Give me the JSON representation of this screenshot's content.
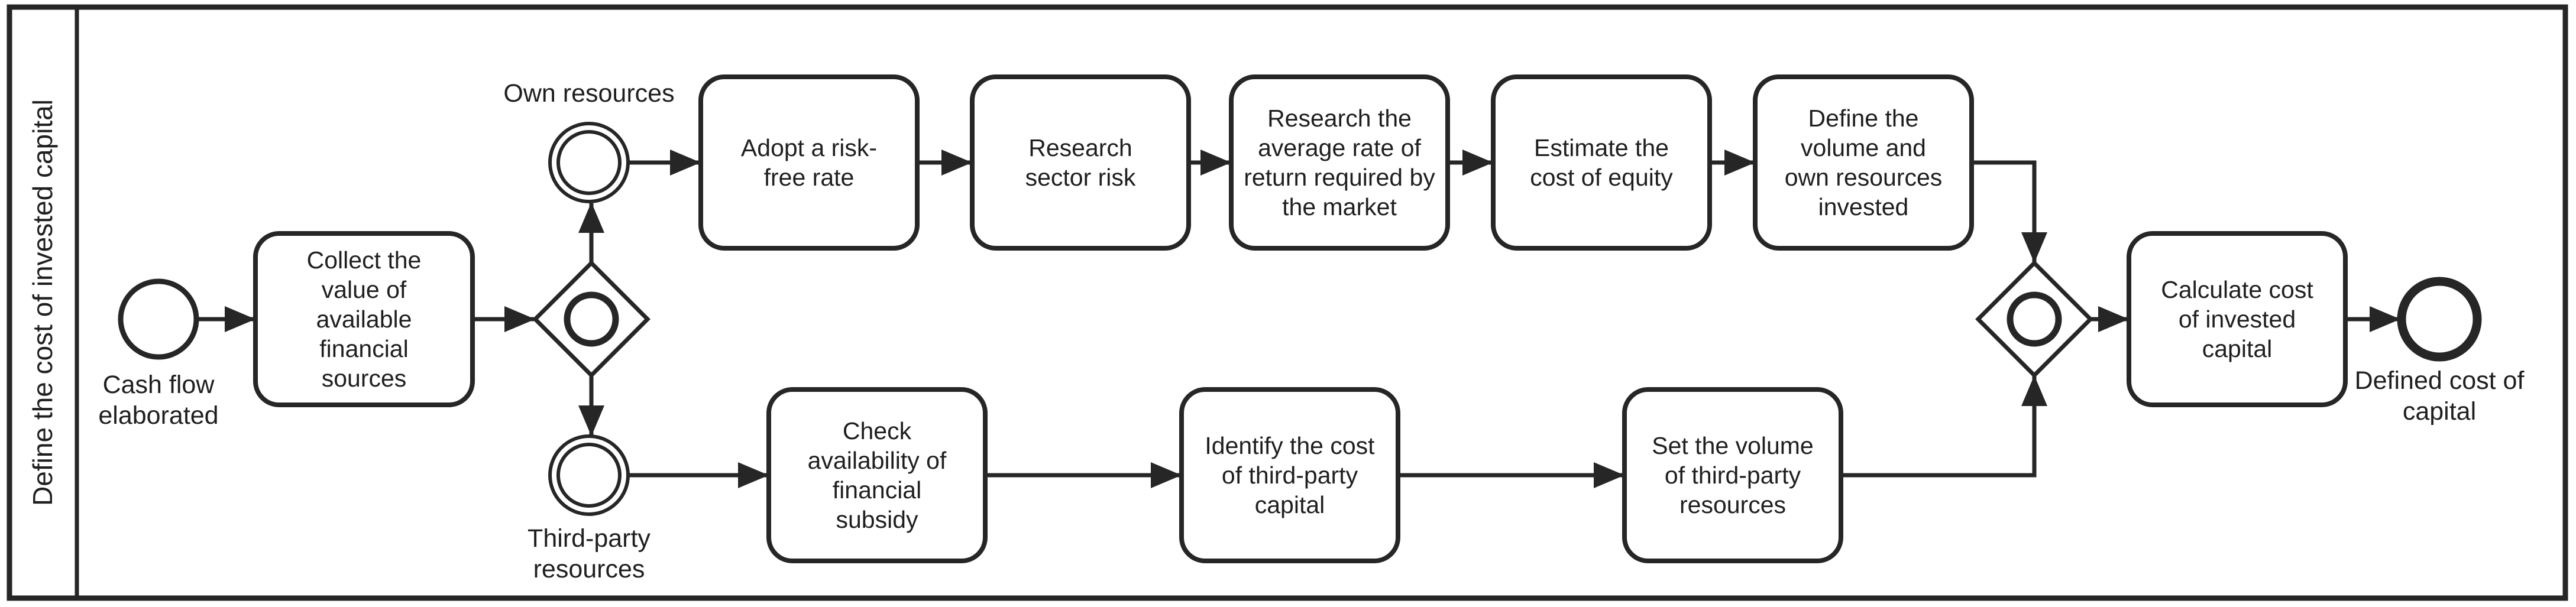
{
  "pool": {
    "lane_label": "Define the cost of invested capital"
  },
  "events": {
    "start": "Cash flow elaborated",
    "own_resources": "Own resources",
    "third_party_resources": "Third-party resources",
    "end": "Defined cost of capital"
  },
  "tasks": {
    "collect_value": "Collect the value of available financial sources",
    "adopt_risk_free": "Adopt a risk-free rate",
    "research_sector": "Research sector risk",
    "research_average": "Research the average rate of return required by the market",
    "estimate_equity": "Estimate the cost of equity",
    "define_volume_own": "Define the volume and own resources invested",
    "check_subsidy": "Check availability of financial subsidy",
    "identify_third_party_cost": "Identify the cost of third-party capital",
    "set_volume_third_party": "Set the volume of third-party resources",
    "calculate_cost": "Calculate cost of invested capital"
  },
  "colors": {
    "stroke": "#262626",
    "text": "#1f1f1f",
    "background": "#ffffff"
  }
}
